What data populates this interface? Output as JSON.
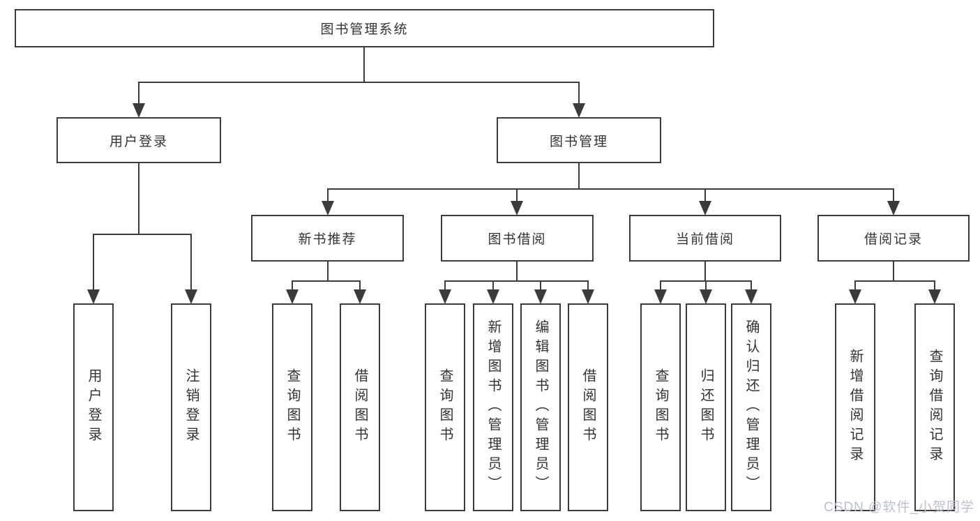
{
  "diagram": {
    "title_node": {
      "label": "图书管理系统"
    },
    "level2": [
      {
        "label": "用户登录"
      },
      {
        "label": "图书管理"
      }
    ],
    "level3": [
      {
        "label": "新书推荐"
      },
      {
        "label": "图书借阅"
      },
      {
        "label": "当前借阅"
      },
      {
        "label": "借阅记录"
      }
    ],
    "leaves": {
      "user_login": [
        "用户登录",
        "注销登录"
      ],
      "new_book_recommend": [
        "查询图书",
        "借阅图书"
      ],
      "book_borrowing": [
        "查询图书",
        "新增图书（管理员）",
        "编辑图书（管理员）",
        "借阅图书"
      ],
      "current_borrowing": [
        "查询图书",
        "归还图书",
        "确认归还（管理员）"
      ],
      "borrowing_records": [
        "新增借阅记录",
        "查询借阅记录"
      ]
    },
    "watermark": "CSDN @软件_小贺同学",
    "colors": {
      "line": "#3b3b3b",
      "text": "#333333",
      "background": "#ffffff",
      "watermark": "#bcc0ca"
    }
  }
}
